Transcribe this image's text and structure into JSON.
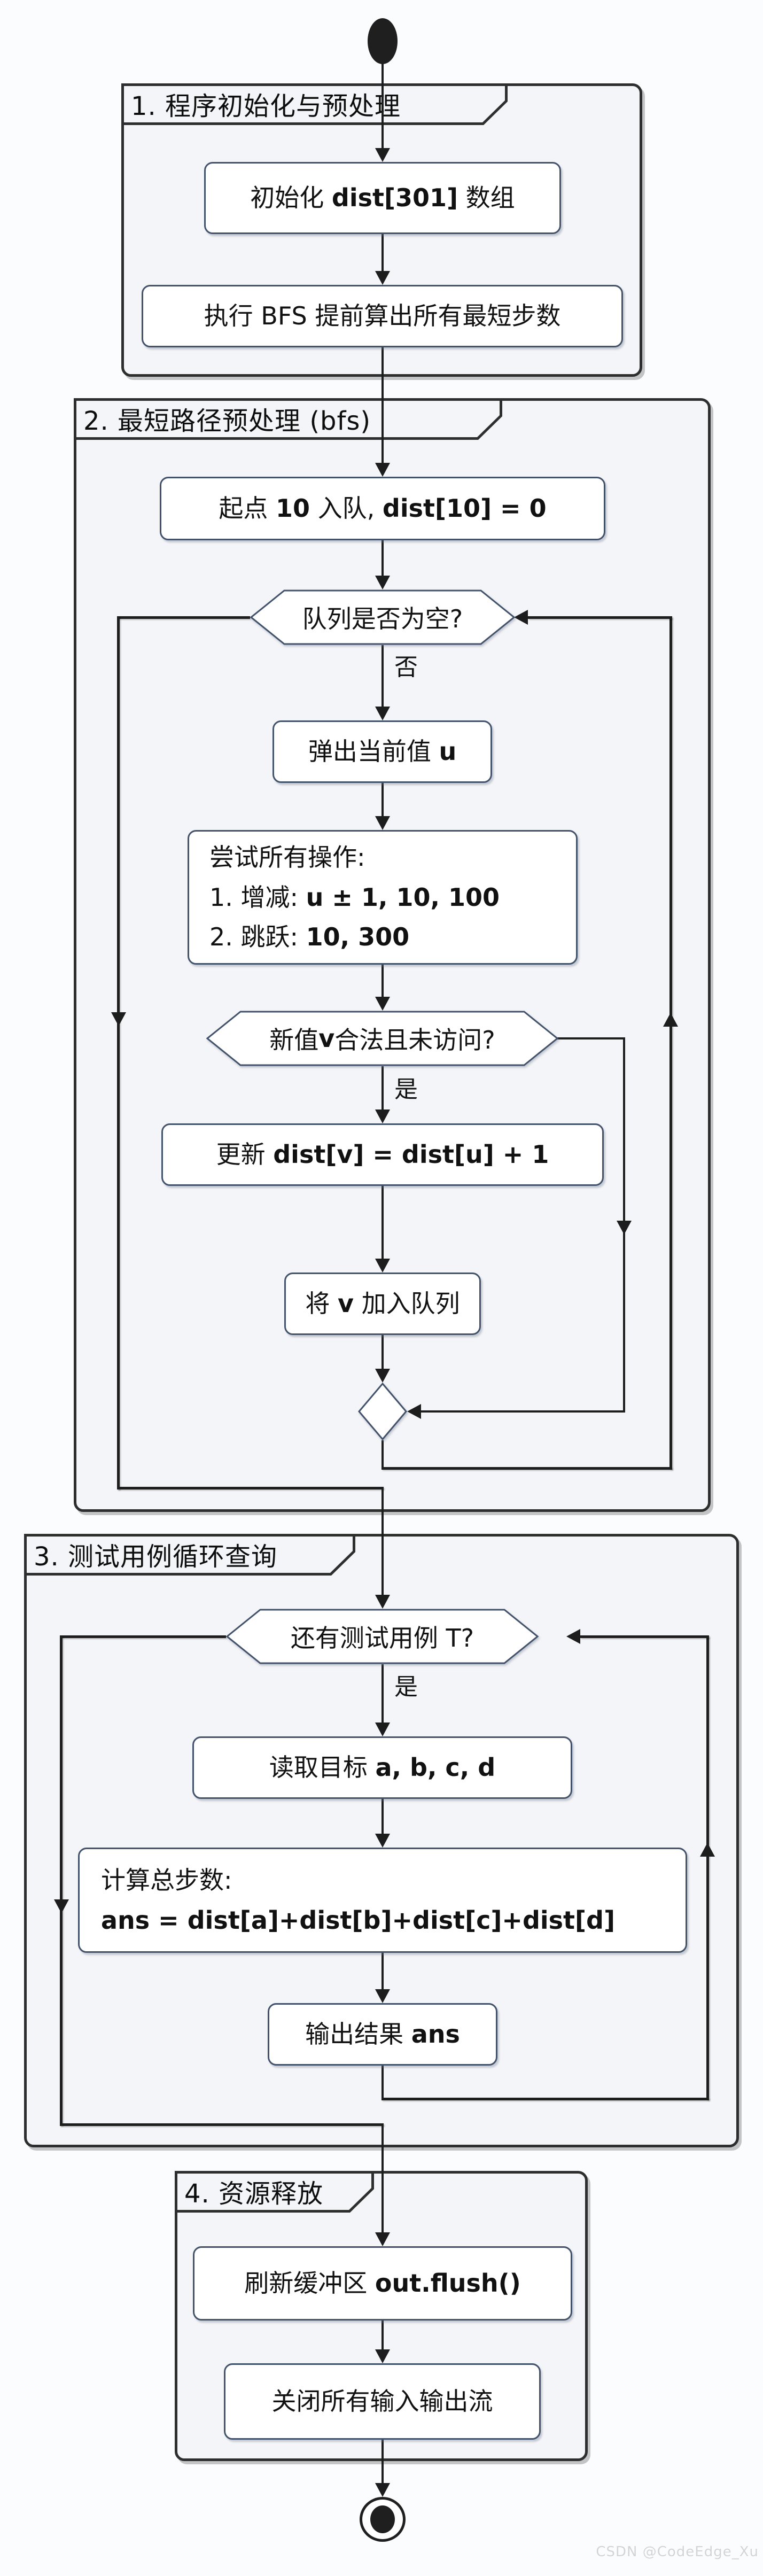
{
  "page": {
    "background": "#fbfcfe"
  },
  "colors": {
    "line": "#1d1d1d",
    "node_border": "#42526b",
    "node_fill": "#ffffff",
    "group_border": "#2e2e2e",
    "group_fill": "#f4f5f8",
    "watermark": "#d2d4d6"
  },
  "groups": {
    "g1": {
      "title": "1. 程序初始化与预处理"
    },
    "g2": {
      "title": "2. 最短路径预处理 (bfs)"
    },
    "g3": {
      "title": "3. 测试用例循环查询"
    },
    "g4": {
      "title": "4. 资源释放"
    }
  },
  "nodes": {
    "init_array": {
      "segments": [
        {
          "text": "初始化 "
        },
        {
          "text": "dist[301]",
          "bold": true
        },
        {
          "text": " 数组"
        }
      ]
    },
    "run_bfs": {
      "segments": [
        {
          "text": "执行 BFS 提前算出所有最短步数"
        }
      ]
    },
    "enqueue_start": {
      "segments": [
        {
          "text": "起点 "
        },
        {
          "text": "10",
          "bold": true
        },
        {
          "text": " 入队, "
        },
        {
          "text": "dist[10] = 0",
          "bold": true
        }
      ]
    },
    "pop_front": {
      "segments": [
        {
          "text": "弹出当前值 "
        },
        {
          "text": "u",
          "bold": true
        }
      ]
    },
    "try_ops": {
      "lines": [
        [
          {
            "text": "尝试所有操作:"
          }
        ],
        [
          {
            "text": "1. 增减: "
          },
          {
            "text": "u ± 1, 10, 100",
            "bold": true
          }
        ],
        [
          {
            "text": "2. 跳跃: "
          },
          {
            "text": "10, 300",
            "bold": true
          }
        ]
      ]
    },
    "update_dist": {
      "segments": [
        {
          "text": "更新 "
        },
        {
          "text": "dist[v] = dist[u] + 1",
          "bold": true
        }
      ]
    },
    "push_queue": {
      "segments": [
        {
          "text": "将 "
        },
        {
          "text": "v",
          "bold": true
        },
        {
          "text": " 加入队列"
        }
      ]
    },
    "read_targets": {
      "segments": [
        {
          "text": "读取目标 "
        },
        {
          "text": "a, b, c, d",
          "bold": true
        }
      ]
    },
    "compute_sum": {
      "lines": [
        [
          {
            "text": "计算总步数:"
          }
        ],
        [
          {
            "text": "ans = dist[a]+dist[b]+dist[c]+dist[d]",
            "bold": true
          }
        ]
      ]
    },
    "output_ans": {
      "segments": [
        {
          "text": "输出结果 "
        },
        {
          "text": "ans",
          "bold": true
        }
      ]
    },
    "flush_buffer": {
      "segments": [
        {
          "text": "刷新缓冲区 "
        },
        {
          "text": "out.flush()",
          "bold": true
        }
      ]
    },
    "close_streams": {
      "segments": [
        {
          "text": "关闭所有输入输出流"
        }
      ]
    }
  },
  "decisions": {
    "queue_empty": {
      "segments": [
        {
          "text": "队列是否为空?"
        }
      ]
    },
    "valid_unvisited": {
      "segments": [
        {
          "text": "新值 "
        },
        {
          "text": "v",
          "bold": true
        },
        {
          "text": " 合法且未访问?"
        }
      ]
    },
    "more_tests": {
      "segments": [
        {
          "text": "还有测试用例 T?"
        }
      ]
    }
  },
  "edge_labels": {
    "queue_not_empty": "否",
    "valid_yes": "是",
    "more_tests_yes": "是"
  },
  "watermark": {
    "text": "CSDN @CodeEdge_Xu"
  }
}
